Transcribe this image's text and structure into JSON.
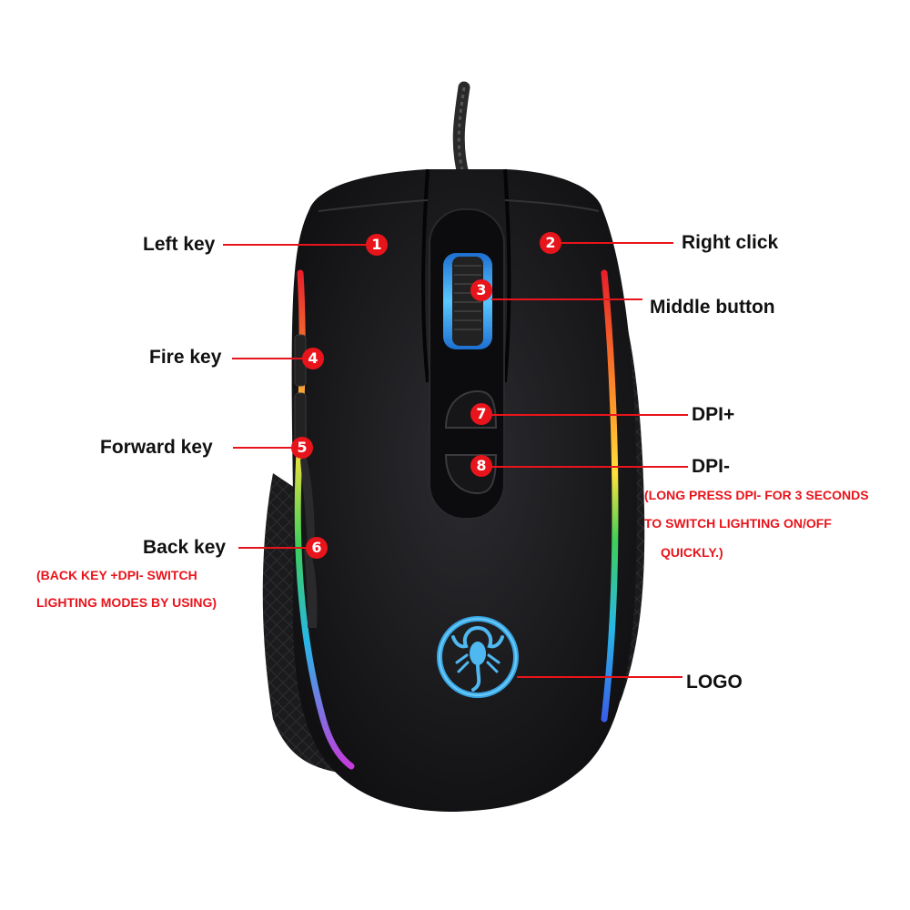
{
  "colors": {
    "accent": "#e8141b",
    "body": "#1a1a1c",
    "logo_glow": "#3aa7e6"
  },
  "callouts": [
    {
      "number": "1",
      "label": "Left key"
    },
    {
      "number": "2",
      "label": "Right click"
    },
    {
      "number": "3",
      "label": "Middle button"
    },
    {
      "number": "4",
      "label": "Fire key"
    },
    {
      "number": "5",
      "label": "Forward key"
    },
    {
      "number": "6",
      "label": "Back key"
    },
    {
      "number": "7",
      "label": "DPI+"
    },
    {
      "number": "8",
      "label": "DPI-"
    }
  ],
  "logo_label": "LOGO",
  "notes": {
    "back_key": [
      "(BACK KEY +DPI- SWITCH",
      "LIGHTING MODES BY USING)"
    ],
    "dpi_minus": [
      "(LONG PRESS DPI- FOR 3 SECONDS",
      "TO SWITCH LIGHTING ON/OFF",
      "QUICKLY.)"
    ]
  }
}
